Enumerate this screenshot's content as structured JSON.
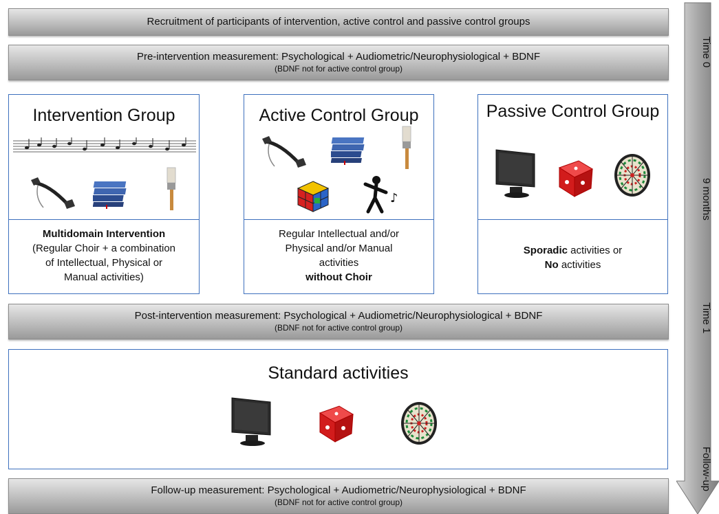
{
  "bars": {
    "recruit": "Recruitment of participants of intervention, active control and passive control groups",
    "pre_main": "Pre-intervention measurement: Psychological + Audiometric/Neurophysiological + BDNF",
    "pre_sub": "(BDNF not for active control group)",
    "post_main": "Post-intervention measurement: Psychological + Audiometric/Neurophysiological + BDNF",
    "post_sub": "(BDNF not for active control group)",
    "follow_main": "Follow-up measurement: Psychological + Audiometric/Neurophysiological + BDNF",
    "follow_sub": "(BDNF not for active control group)"
  },
  "groups": {
    "intervention": {
      "title": "Intervention Group",
      "desc_bold": "Multidomain Intervention",
      "desc_lines": [
        "(Regular Choir + a combination",
        "of Intellectual, Physical or",
        "Manual activities)"
      ],
      "icons": [
        "music-staff-icon",
        "exercise-spring-icon",
        "books-icon",
        "paintbrush-icon"
      ]
    },
    "active": {
      "title": "Active Control Group",
      "desc_lines": [
        "Regular Intellectual and/or",
        "Physical and/or Manual",
        "activities"
      ],
      "desc_bold": "without Choir",
      "icons": [
        "exercise-spring-icon",
        "books-icon",
        "paintbrush-icon",
        "rubiks-cube-icon",
        "dancer-icon"
      ]
    },
    "passive": {
      "title": "Passive Control Group",
      "desc_bold1": "Sporadic",
      "desc_rest1": " activities or",
      "desc_bold2": "No",
      "desc_rest2": " activities",
      "icons": [
        "monitor-icon",
        "dice-icon",
        "dartboard-icon"
      ]
    }
  },
  "standard": {
    "title": "Standard activities",
    "icons": [
      "monitor-icon",
      "dice-icon",
      "dartboard-icon"
    ]
  },
  "timeline": {
    "labels": [
      "Time 0",
      "9 months",
      "Time 1",
      "Follow-up"
    ]
  },
  "colors": {
    "box_border": "#3c6fbd",
    "bar_fill": "#bdbdbd",
    "arrow_fill": "#8f8f8f"
  }
}
